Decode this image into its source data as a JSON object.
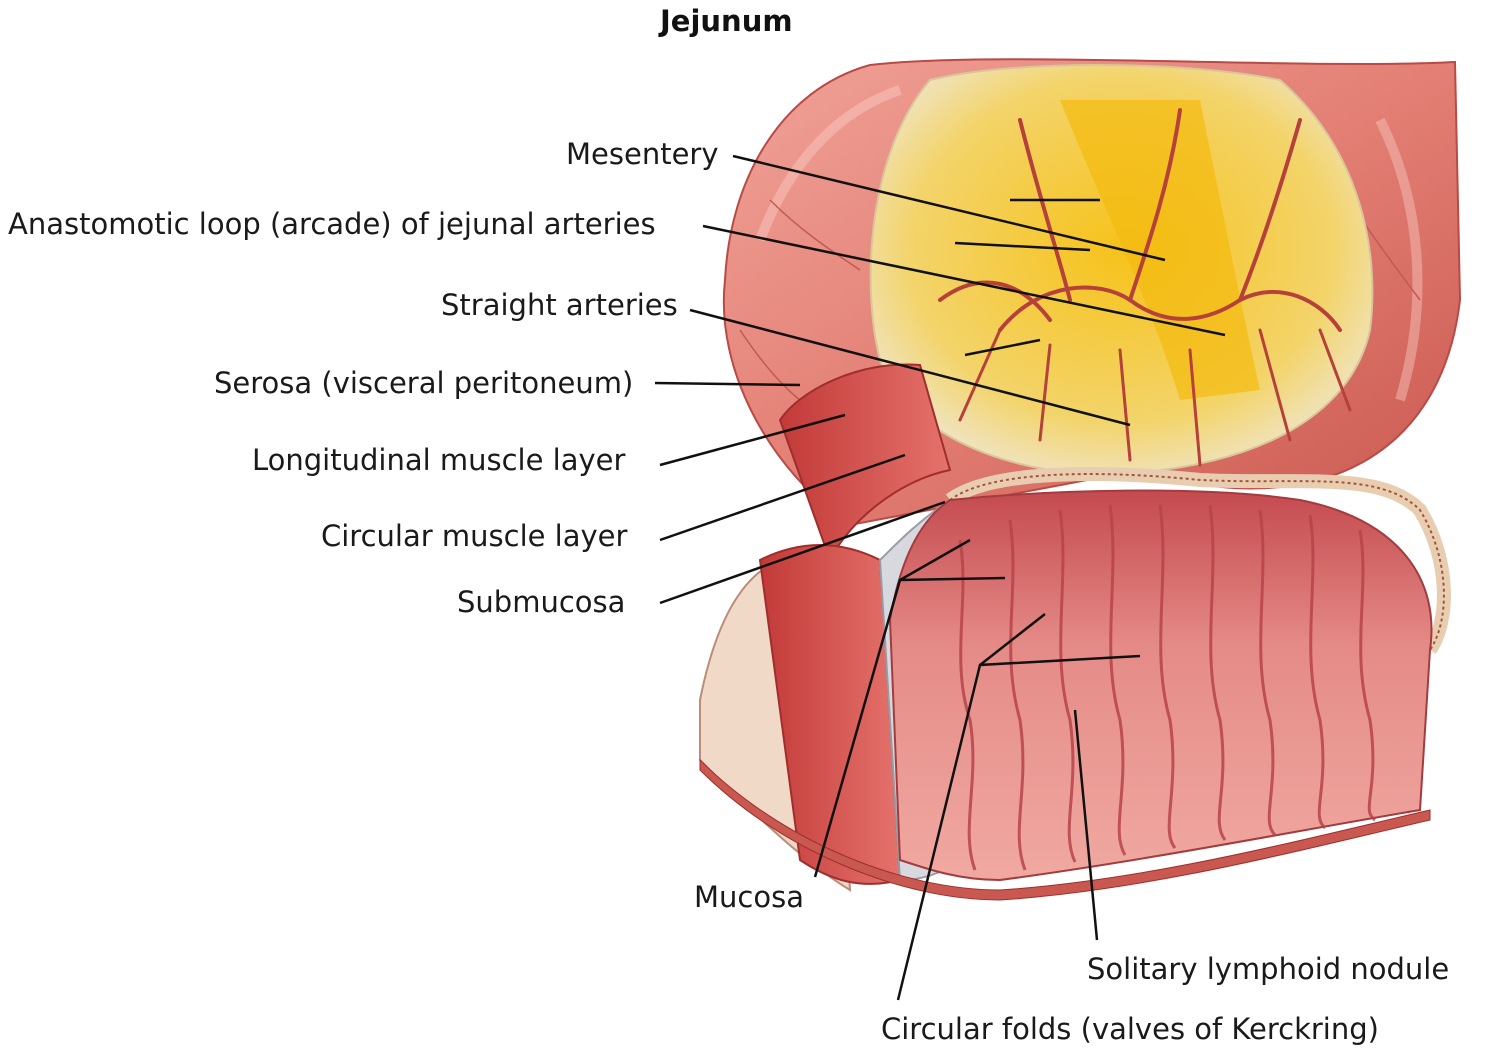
{
  "title": "Jejunum",
  "labels": {
    "mesentery": "Mesentery",
    "anastomotic_loop": "Anastomotic loop (arcade) of jejunal arteries",
    "straight_arteries": "Straight arteries",
    "serosa": "Serosa (visceral peritoneum)",
    "longitudinal_muscle": "Longitudinal muscle layer",
    "circular_muscle": "Circular muscle layer",
    "submucosa": "Submucosa",
    "mucosa": "Mucosa",
    "solitary_nodule": "Solitary lymphoid nodule",
    "circular_folds": "Circular folds (valves of Kerckring)"
  },
  "colors": {
    "serosa": "#e8847a",
    "serosa_dark": "#c9524c",
    "mesentery_fat": "#f2c230",
    "mesentery_membrane": "#efe6cf",
    "artery": "#b5413a",
    "muscle": "#d9504c",
    "submucosa": "#d7d9df",
    "mucosa": "#e88a86",
    "mucosa_fold": "#b8434a",
    "leader_line": "#111111"
  }
}
